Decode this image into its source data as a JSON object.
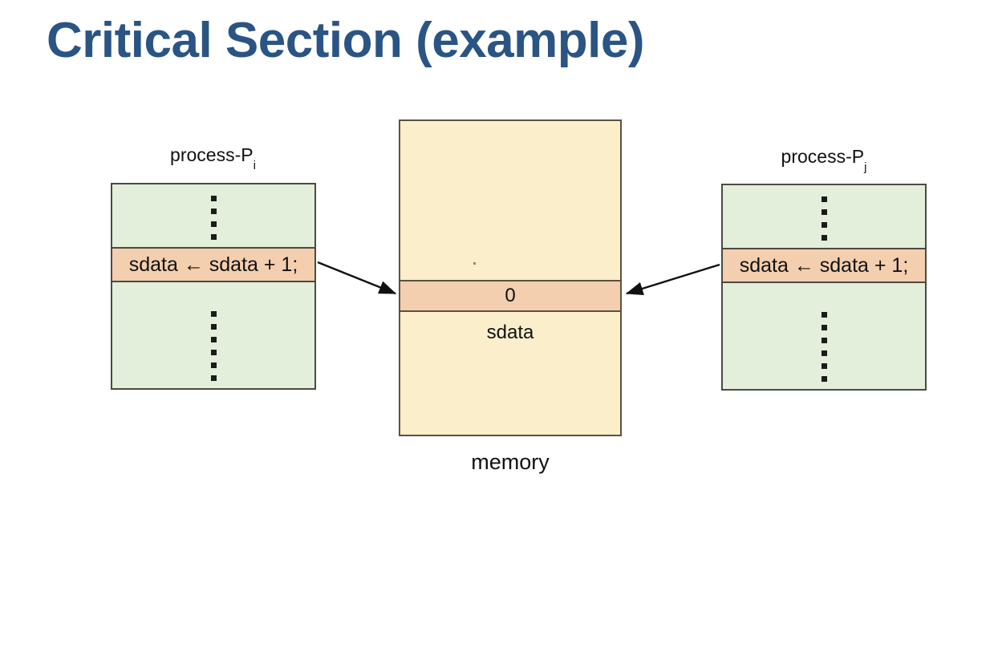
{
  "slide": {
    "title": "Critical Section (example)",
    "title_color": "#2a5484",
    "background": "#ffffff"
  },
  "palette": {
    "process_fill": "#e3eedb",
    "process_border": "#4a4a42",
    "critical_fill": "#f3cfaf",
    "memory_fill": "#fbefcb",
    "memory_border": "#5c513f",
    "arrow_color": "#111111",
    "text_color": "#111111"
  },
  "left_process": {
    "caption_main": "process-P",
    "caption_subscript": "i",
    "critical_statement": "sdata ← sdata + 1;",
    "dots_top_count": 4,
    "dots_bottom_count": 6
  },
  "right_process": {
    "caption_main": "process-P",
    "caption_subscript": "j",
    "critical_statement": "sdata ← sdata + 1;",
    "dots_top_count": 4,
    "dots_bottom_count": 6
  },
  "memory": {
    "caption": "memory",
    "value": "0",
    "variable_label": "sdata"
  },
  "arrows": [
    {
      "name": "left-process-to-memory",
      "from": "left_process.critical_statement",
      "to": "memory.value",
      "direction": "right"
    },
    {
      "name": "right-process-to-memory",
      "from": "right_process.critical_statement",
      "to": "memory.value",
      "direction": "left"
    }
  ]
}
